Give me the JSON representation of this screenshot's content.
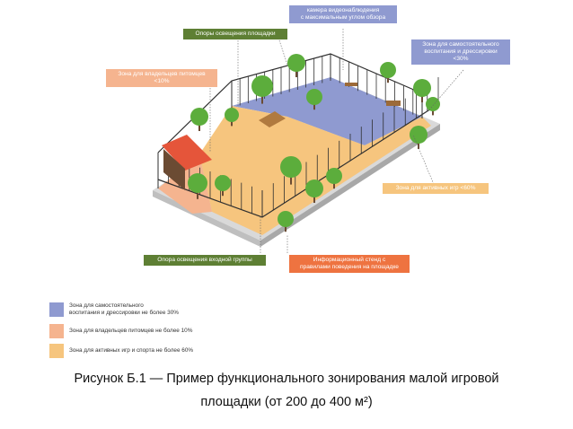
{
  "callouts": {
    "camera": "камера видеонаблюдения\nс максимальным углом обзора",
    "lighting_poles": "Опоры освещения площадки",
    "self_training": "Зона для самостоятельного\nвоспитания и дрессировки\n<30%",
    "owners": "Зона для владельцев питомцев\n<10%",
    "active": "Зона для активных игр <60%",
    "entrance_light": "Опора освещения входной группы",
    "info_stand": "Информационный стенд с\nправилами поведения на площадке"
  },
  "legend": [
    {
      "color": "#8f9ad0",
      "text": "Зона для самостоятельного\nвоспитания и дрессировки не более 30%"
    },
    {
      "color": "#f5b48f",
      "text": "Зона для владельцев питомцев не более 10%"
    },
    {
      "color": "#f6c57e",
      "text": "Зона для активных игр и спорта не более 60%"
    }
  ],
  "caption": {
    "line1": "Рисунок Б.1 — Пример функционального зонирования малой игровой",
    "line2": "площадки (от 200 до 400 м²)"
  },
  "colors": {
    "zone_blue": "#8f9ad0",
    "zone_salmon": "#f5b48f",
    "zone_yellow": "#f6c57e",
    "label_green": "#5e7f34",
    "label_orange": "#ee7340",
    "tree_green": "#5cad3c",
    "fence": "#2f2f2f"
  }
}
